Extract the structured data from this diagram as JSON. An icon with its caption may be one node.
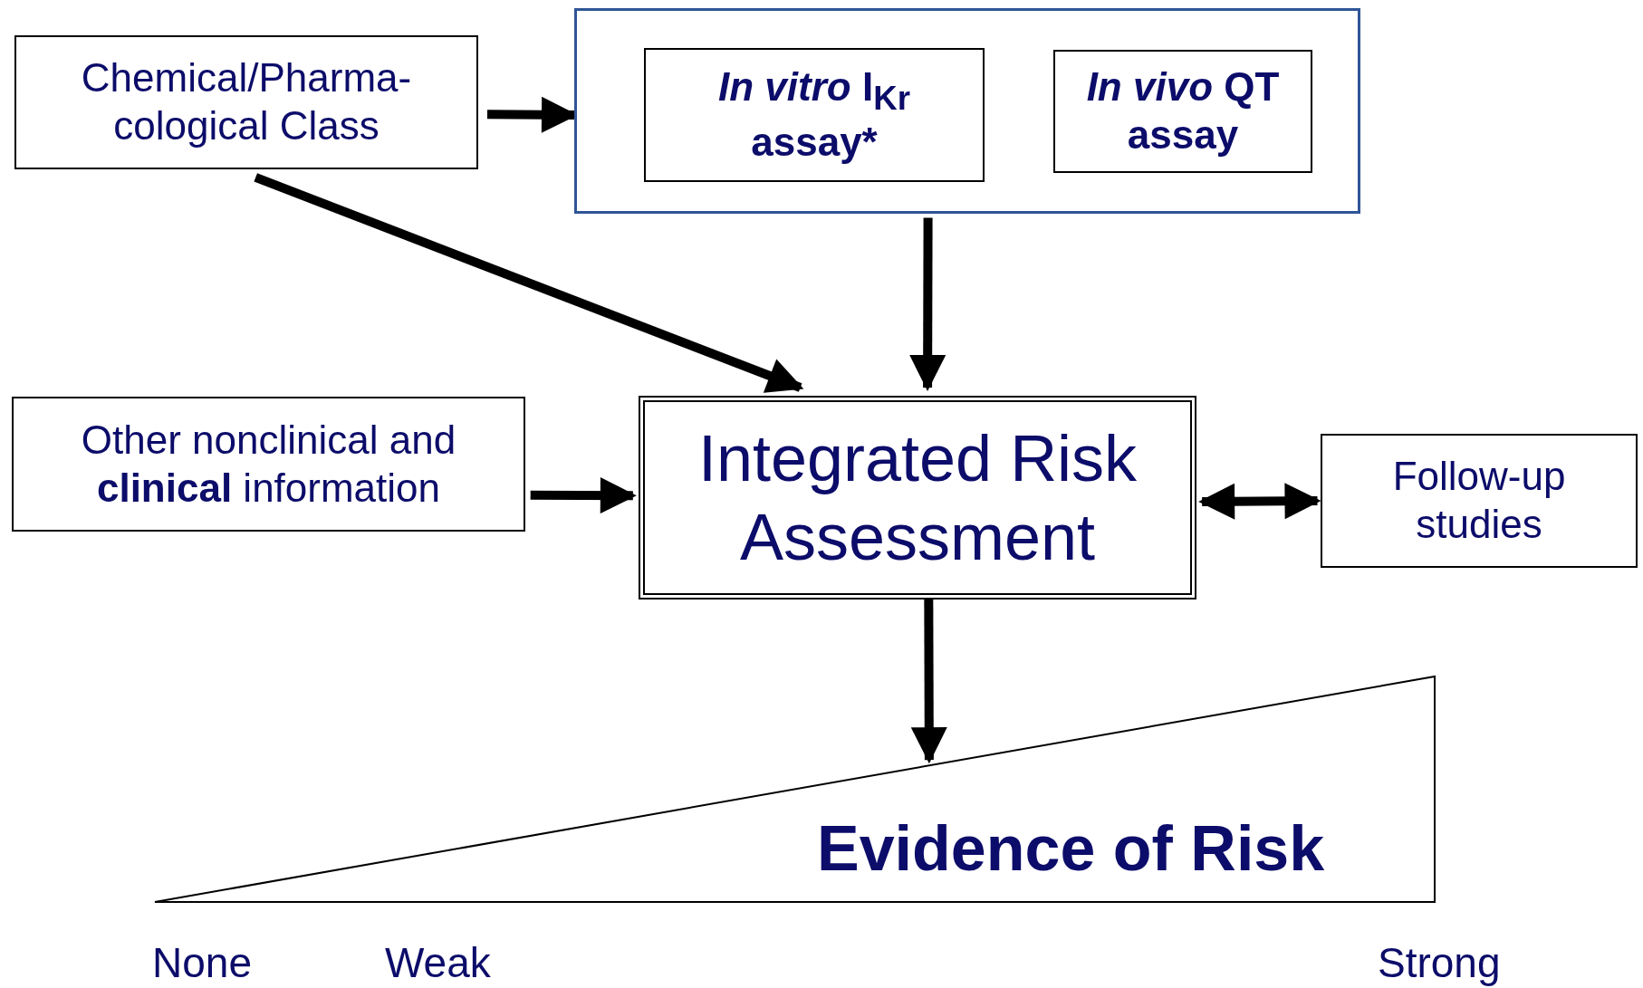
{
  "diagram": {
    "nodes": [
      {
        "text": [
          "Chemical/Pharma-cological Class"
        ]
      },
      {
        "text": [],
        "shape": "box"
      },
      {
        "text": [
          "*In vitro* I$_{Kr}$ assay*"
        ],
        "in": 1
      },
      {
        "text": [
          "*In vivo* QT assay"
        ],
        "in": 1
      },
      {
        "text": [
          "Other nonclinical and **clinical** information"
        ]
      },
      {
        "text": [
          "Integrated Risk Assessment"
        ]
      },
      {
        "text": [
          "Follow-up studies"
        ]
      },
      {
        "text": [
          "Evidence of Risk"
        ]
      }
    ],
    "edges": [
      {
        "from": 0,
        "to": 1,
        "arrow": "to"
      },
      {
        "from": 0,
        "to": 5,
        "arrow": "to"
      },
      {
        "from": 1,
        "to": 5,
        "arrow": "to"
      },
      {
        "from": 4,
        "to": 5,
        "arrow": "to"
      },
      {
        "from": 5,
        "to": 6,
        "arrow": "both"
      },
      {
        "from": 5,
        "to": 7,
        "arrow": "to"
      }
    ],
    "labels": [
      "None",
      "Weak",
      "Strong"
    ]
  }
}
